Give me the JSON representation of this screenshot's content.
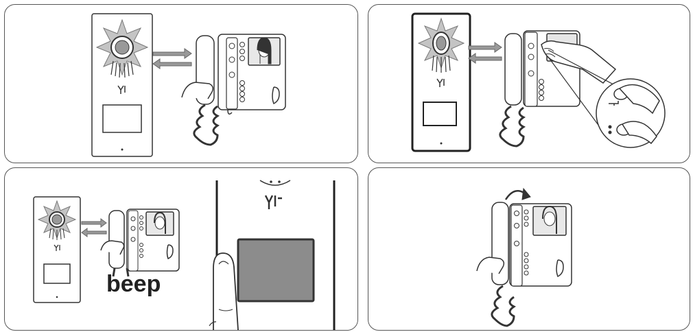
{
  "steps": [
    {
      "id": "panel-1-call-answer",
      "icons": [
        "door-station-icon",
        "two-way-arrows-icon",
        "handset-lift-icon",
        "monitor-icon"
      ]
    },
    {
      "id": "panel-2-door-unlock",
      "icons": [
        "door-station-icon",
        "two-way-arrows-icon",
        "finger-press-icon",
        "key-button-icon"
      ]
    },
    {
      "id": "panel-3-call-button",
      "icons": [
        "door-station-icon",
        "two-way-arrows-icon",
        "monitor-icon",
        "finger-press-icon"
      ],
      "sound_label": "beep"
    },
    {
      "id": "panel-4-hang-up",
      "icons": [
        "handset-return-arrow-icon",
        "monitor-icon"
      ]
    }
  ],
  "colors": {
    "line": "#222222",
    "screen_gray": "#8c8c8c",
    "frame": "#555555",
    "glow": "#b0b0b0"
  }
}
